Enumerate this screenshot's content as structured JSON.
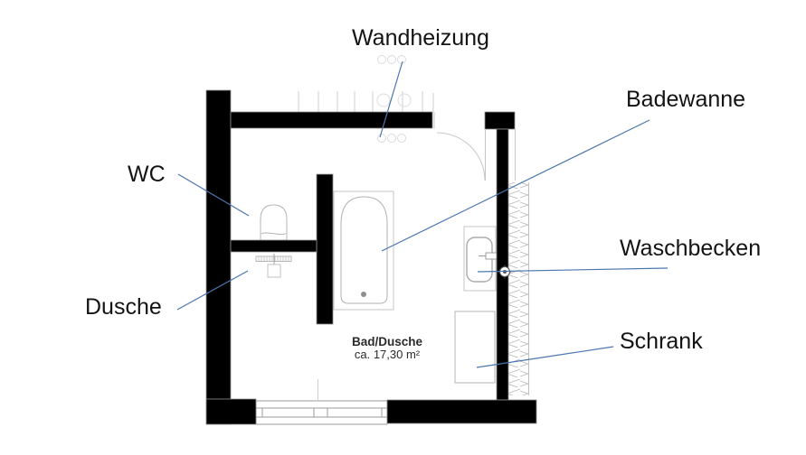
{
  "floorplan": {
    "room": {
      "name": "Bad/Dusche",
      "area": "ca. 17,30 m²"
    },
    "labels": {
      "wandheizung": "Wandheizung",
      "badewanne": "Badewanne",
      "wc": "WC",
      "waschbecken": "Waschbecken",
      "dusche": "Dusche",
      "schrank": "Schrank"
    },
    "colors": {
      "wall": "#000000",
      "leader_line": "#4b76ae",
      "fixture_outline": "#b5b5b5",
      "hatch": "#b3b3b3",
      "label_text": "#141414"
    }
  }
}
